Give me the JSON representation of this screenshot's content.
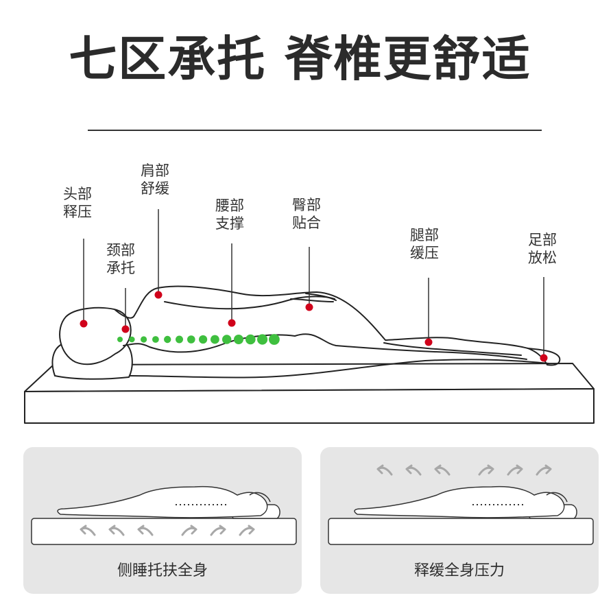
{
  "headline": "七区承托 脊椎更舒适",
  "zones": [
    {
      "line1": "头部",
      "line2": "释压"
    },
    {
      "line1": "颈部",
      "line2": "承托"
    },
    {
      "line1": "肩部",
      "line2": "舒缓"
    },
    {
      "line1": "腰部",
      "line2": "支撑"
    },
    {
      "line1": "臀部",
      "line2": "贴合"
    },
    {
      "line1": "腿部",
      "line2": "缓压"
    },
    {
      "line1": "足部",
      "line2": "放松"
    }
  ],
  "panels": [
    {
      "caption": "侧睡托扶全身"
    },
    {
      "caption": "释缓全身压力"
    }
  ],
  "colors": {
    "marker": "#d0021b",
    "spine": "#3fbf3f",
    "panel_bg": "#e6e6e6",
    "arrow": "#a8a8a8",
    "outline": "#222222"
  },
  "icons": [
    "pressure-point-icon",
    "spine-dot-icon",
    "arrow-icon"
  ]
}
